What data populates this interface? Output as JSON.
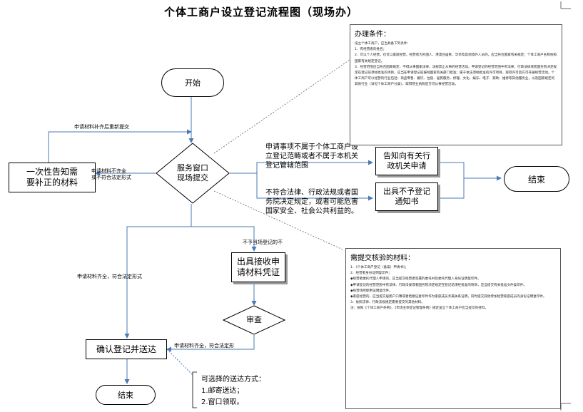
{
  "title": "个体工商户设立登记流程图（现场办）",
  "nodes": {
    "start": "开始",
    "service_window": "服务窗口\n现场提交",
    "notify_correction": "一次性告知需\n要补正的材料",
    "inform_other_agency": "告知向有关行\n政机关申请",
    "not_register_notice": "出具不予登记\n通知书",
    "end_right": "结束",
    "receipt": "出具接收申\n请材料凭证",
    "review": "审查",
    "confirm_register": "确认登记并送达",
    "end_bottom": "结束"
  },
  "edge_labels": {
    "resubmit": "申请材料补齐后重新提交",
    "incomplete": "申请材料不齐全\n或不符合法定形式",
    "not_in_scope": "申请事项不属于个体工商户设\n立登记范畴或者不属于本机关\n登记管辖范围",
    "illegal": "不符合法律、行政法规或者国\n务院决定规定，或者可能危害\n国家安全、社会公共利益的。",
    "not_on_site": "不予当场登记的不",
    "complete_left": "申请材料齐全，符合法定形式",
    "complete_bottom": "申请材料齐全，符合法定形",
    "delivery_title": "可选择的送达方式：",
    "delivery_1": "1.邮寄送达；",
    "delivery_2": "2.窗口领取。"
  },
  "panels": {
    "conditions_title": "办理条件：",
    "conditions_text": "设立个体工商户，应当具备下列条件：\n1．有经营者的姓名；\n2．可以个人经营，也可以家庭经营。经营者为外国人、港澳台居民、华侨及其他境外人员的，应当符合国家有关规定；个体工商户名称依照国家有关规定登记。\n3．经营范围应当符合国家规定，不得从事国家法律、法规禁止从事的经营活动。申请登记的经营范围中有法律、行政法规或者国务院决定规定在登记前须经批准的项目，应当在申请登记前报经国家有关部门批准；属于依法须经批准的许可项目，取得许可后方可开展经营活动。个体工商户可以经营的行业包括：商品零售、餐饮、住宿、居民服务、修理、文化、娱乐、电子、家政、维修等其他服务业，以及国家规定的其他行业（详见个体工商户分类），取得营业执照后方可从事经营活动。",
    "materials_title": "需提交核验的材料：",
    "materials_text": "1．《个体工商户登记（备案）申请书》；\n2．经营者身份证明复印件；\n◆经营者委托代理人申请的，应当提交经营者签署的委托书及委托代理人身份证明复印件。\n◆申请登记的经营范围中有法律、行政法规或者国务院决定规定在登记前须经批准的项目，应当提交有关批准文件复印件。\n◆经营场所使用证明复印件。\n◆家庭经营的，应当提交居民户口簿或者结婚证复印件作为家庭成员亲属关系证明，同时提交其他参加经营家庭成员的身份证明复印件。\n3．依照法律、行政法规规定需要提交的其他材料。\n注：依照《个体工商户条例》、《市场主体登记管理条例》规定设立个体工商户应当提交的材料。"
  }
}
